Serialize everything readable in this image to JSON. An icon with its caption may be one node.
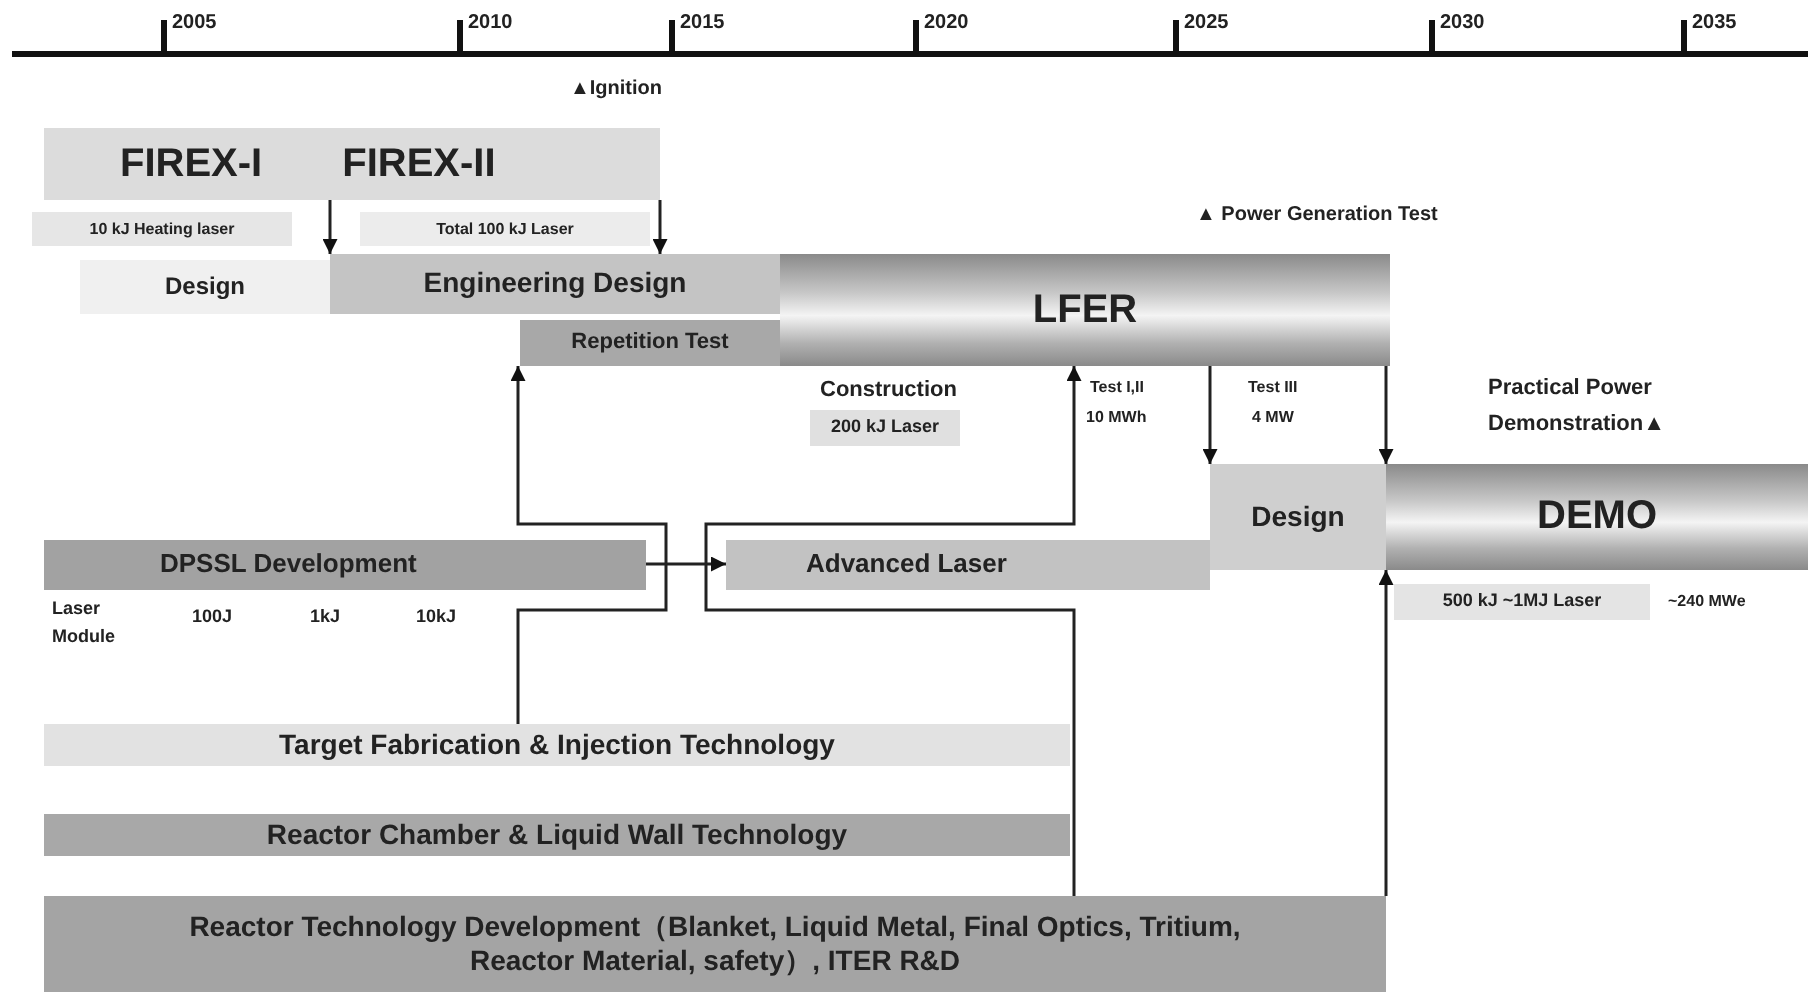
{
  "diagram": {
    "nodes": [
      {
        "text": [
          "FIREX-I",
          "FIREX-II"
        ]
      },
      {
        "text": [
          "10 kJ Heating laser"
        ]
      },
      {
        "text": [
          "Total 100 kJ Laser"
        ]
      },
      {
        "text": [
          "Design"
        ]
      },
      {
        "text": [
          "Engineering Design"
        ]
      },
      {
        "text": [
          "LFER"
        ]
      },
      {
        "text": [
          "Repetition Test"
        ]
      },
      {
        "text": [
          "200 kJ Laser"
        ]
      },
      {
        "text": [
          "Design"
        ]
      },
      {
        "text": [
          "DEMO"
        ]
      },
      {
        "text": [
          "DPSSL Development"
        ]
      },
      {
        "text": [
          "Advanced Laser"
        ]
      },
      {
        "text": [
          "500 kJ ~1MJ Laser"
        ]
      },
      {
        "text": [
          "Target Fabrication & Injection Technology"
        ]
      },
      {
        "text": [
          "Reactor Chamber & Liquid Wall Technology"
        ]
      },
      {
        "text": [
          "Reactor Technology Development（Blanket, Liquid Metal, Final Optics, Tritium, Reactor Material, safety）, ITER R&D"
        ]
      }
    ],
    "edges": [
      {
        "from": 0,
        "to": 4,
        "arrow": "to"
      },
      {
        "from": 0,
        "to": 4,
        "arrow": "to"
      },
      {
        "from": 13,
        "to": 6,
        "arrow": "to"
      },
      {
        "from": 10,
        "to": 11,
        "arrow": "to"
      },
      {
        "from": 15,
        "to": 5,
        "arrow": "to"
      },
      {
        "from": 5,
        "to": 8,
        "arrow": "to"
      },
      {
        "from": 5,
        "to": 9,
        "arrow": "to"
      },
      {
        "from": 15,
        "to": 9,
        "arrow": "to"
      }
    ],
    "labels": [
      "2005",
      "2010",
      "2015",
      "2020",
      "2025",
      "2030",
      "2035",
      "▲Ignition",
      "▲ Power Generation Test",
      "Construction",
      "Test I,II",
      "10 MWh",
      "Test III",
      "4 MW",
      "Practical Power Demonstration▲",
      "Laser Module",
      "100J",
      "1kJ",
      "10kJ",
      "~240 MWe"
    ]
  }
}
